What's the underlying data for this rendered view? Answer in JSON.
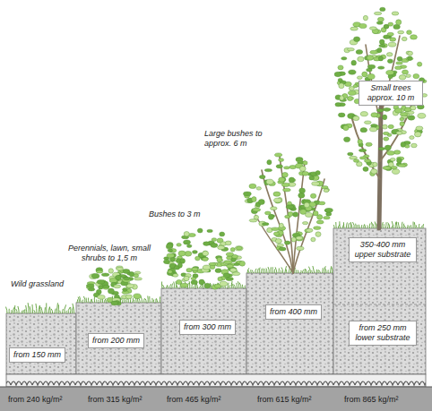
{
  "diagram": {
    "nodes": [
      {
        "text": [
          "Small trees approx. 10 m"
        ]
      },
      {
        "text": [
          "from 150 mm"
        ]
      },
      {
        "text": [
          "from 200 mm"
        ]
      },
      {
        "text": [
          "from 300 mm"
        ]
      },
      {
        "text": [
          "from 400 mm"
        ]
      },
      {
        "text": [
          "350-400 mm upper substrate"
        ]
      },
      {
        "text": [
          "from 250 mm lower substrate"
        ]
      }
    ],
    "labels": [
      "Wild grassland",
      "Perennials, lawn, small shrubs to 1,5 m",
      "Bushes to 3 m",
      "Large bushes to approx. 6 m",
      "from 240 kg/m²",
      "from 315 kg/m²",
      "from 465 kg/m²",
      "from 615 kg/m²",
      "from 865 kg/m²"
    ]
  }
}
